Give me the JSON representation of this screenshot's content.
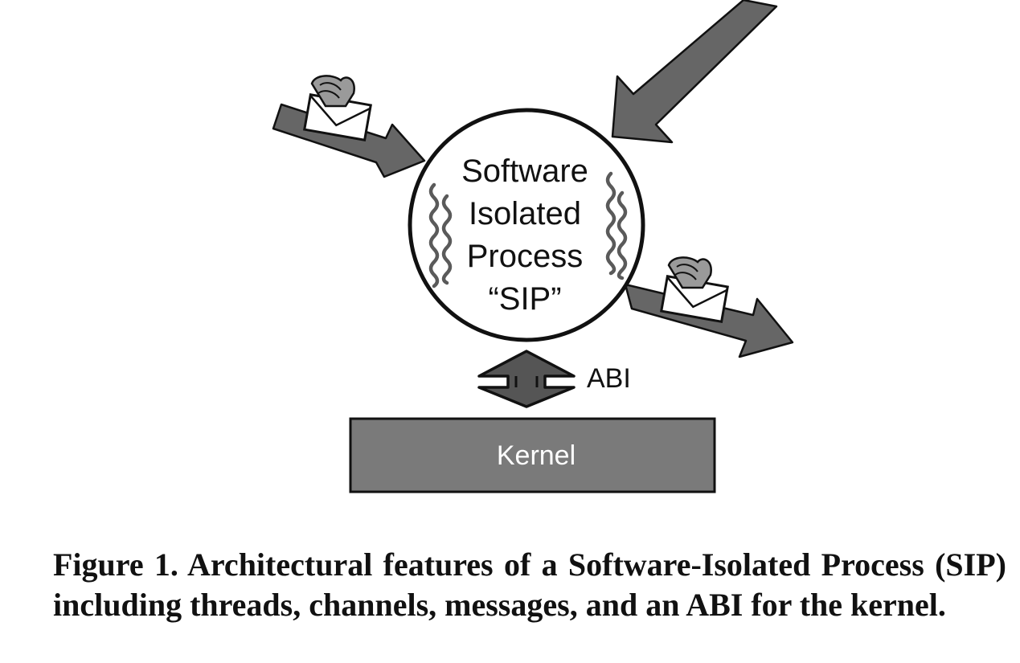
{
  "diagram": {
    "process": {
      "label_lines": [
        "Software",
        "Isolated",
        "Process",
        "“SIP”"
      ]
    },
    "interface": {
      "label": "ABI"
    },
    "kernel": {
      "label": "Kernel"
    },
    "icons": {
      "incoming_message": "envelope-icon",
      "outgoing_message": "envelope-icon",
      "threads": "wavy-thread-icon",
      "channels": "arrow-icon"
    },
    "colors": {
      "arrow_fill": "#666666",
      "kernel_fill": "#7a7a7a",
      "thread_stroke": "#5a5a5a",
      "outline": "#111111",
      "envelope_flap": "#9a9a9a"
    }
  },
  "caption": {
    "text": "Figure 1. Architectural features of a Software-Isolated Process (SIP) including threads, channels, messages, and an ABI for the kernel."
  }
}
